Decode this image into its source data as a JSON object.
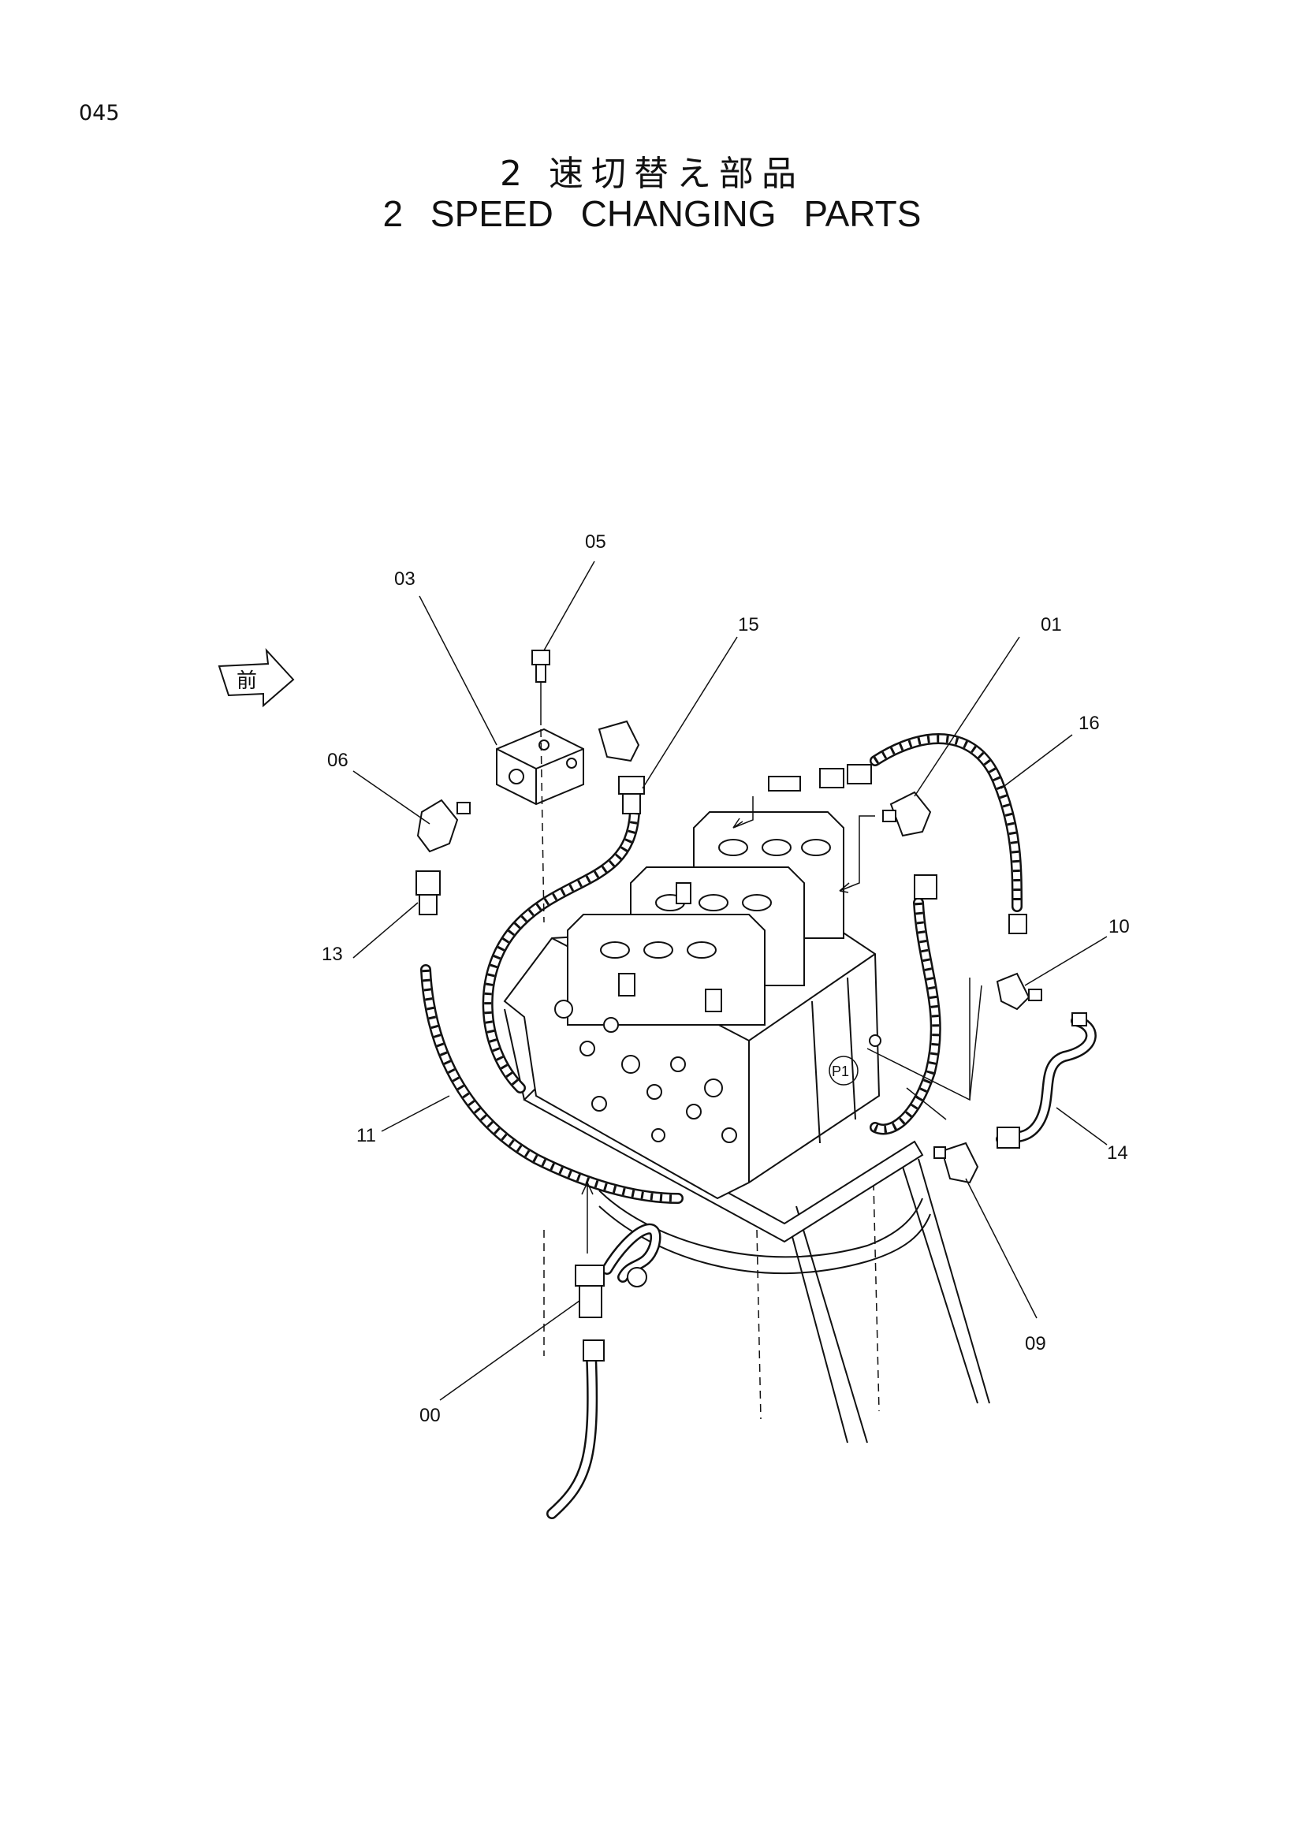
{
  "page_number": "045",
  "title_jp": "2 速切替え部品",
  "title_en": "2 SPEED   CHANGING   PARTS",
  "front_marker": "前",
  "callouts": [
    "00",
    "01",
    "03",
    "05",
    "06",
    "09",
    "10",
    "11",
    "13",
    "14",
    "15",
    "16"
  ],
  "port_label": "P1"
}
